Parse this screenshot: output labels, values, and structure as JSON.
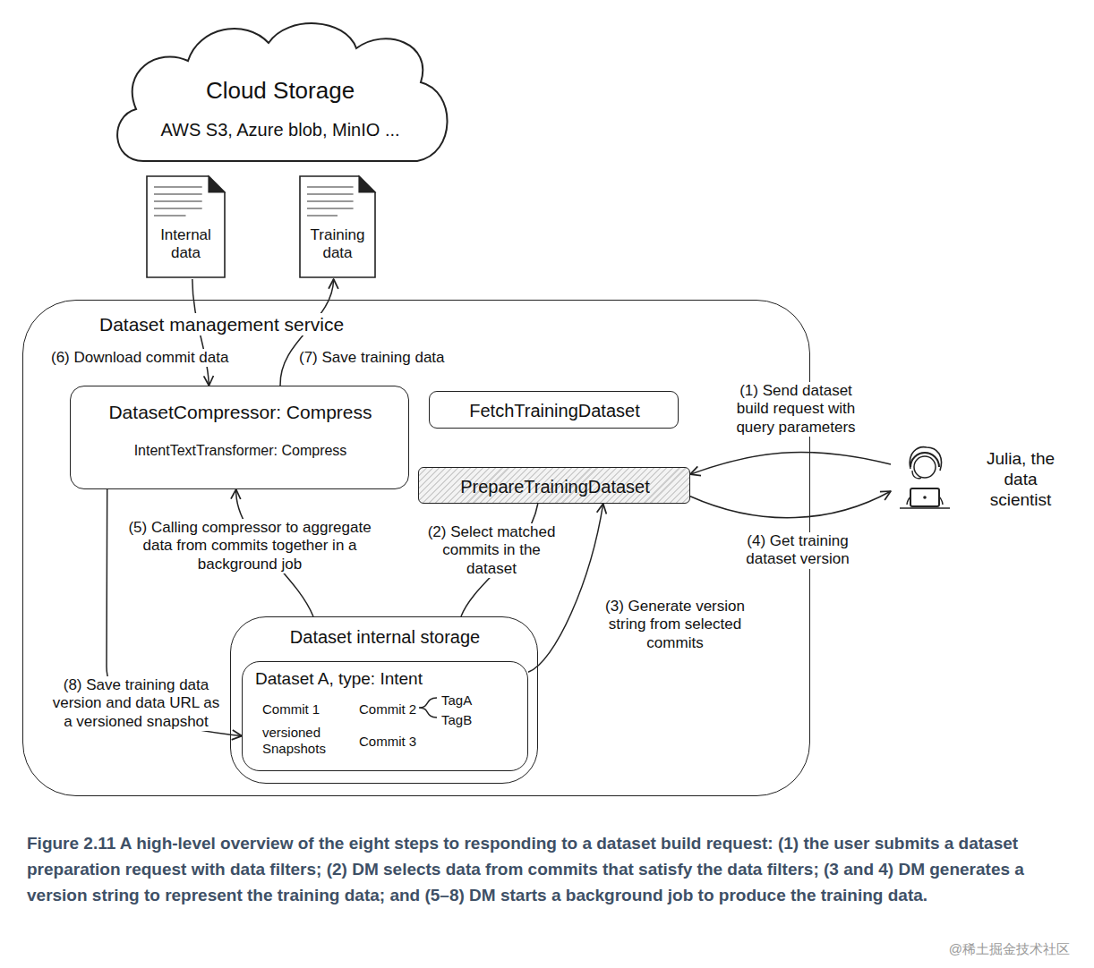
{
  "diagram": {
    "caption": "Figure 2.11 A high-level overview of the eight steps to responding to a dataset build request: (1) the user submits a dataset preparation request with data filters; (2) DM selects data from commits that satisfy the data filters; (3 and 4) DM generates a version string to represent the training data; and (5–8) DM starts a background job to produce the training data.",
    "nodes": [
      {
        "text": [
          "Cloud Storage",
          "AWS S3, Azure blob, MinIO ..."
        ]
      },
      {
        "text": [
          "Internal data"
        ]
      },
      {
        "text": [
          "Training data"
        ]
      },
      {
        "text": [
          "Dataset management service"
        ]
      },
      {
        "text": [
          "DatasetCompressor: Compress",
          "IntentTextTransformer: Compress"
        ],
        "in": 3
      },
      {
        "text": [
          "FetchTrainingDataset"
        ],
        "in": 3
      },
      {
        "text": [
          "PrepareTrainingDataset"
        ],
        "in": 3
      },
      {
        "text": [
          "Dataset internal storage"
        ],
        "in": 3
      },
      {
        "text": [
          "Dataset A, type: Intent",
          "Commit 1",
          "Commit 2",
          "TagA",
          "TagB",
          "versioned Snapshots",
          "Commit 3"
        ],
        "in": 7
      },
      {
        "text": [
          "Julia, the data scientist"
        ]
      }
    ],
    "edges": [
      {
        "from": 9,
        "to": 6,
        "arrow": "to",
        "label": "(1) Send dataset build request with query parameters"
      },
      {
        "from": 6,
        "to": 9,
        "arrow": "to",
        "label": "(4) Get training dataset version"
      },
      {
        "from": 6,
        "to": 7,
        "arrow": "none",
        "label": "(2) Select matched commits in the dataset"
      },
      {
        "from": 8,
        "to": 6,
        "arrow": "to",
        "label": "(3) Generate version string from selected commits"
      },
      {
        "from": 7,
        "to": 4,
        "arrow": "to",
        "label": "(5) Calling compressor to aggregate data from commits together in a background job"
      },
      {
        "from": 1,
        "to": 4,
        "arrow": "to",
        "label": "(6) Download commit data"
      },
      {
        "from": 4,
        "to": 2,
        "arrow": "to",
        "label": "(7) Save training data"
      },
      {
        "from": 4,
        "to": 8,
        "arrow": "to",
        "label": "(8) Save training data version and data URL as a versioned snapshot"
      }
    ],
    "labels": [
      "@稀土掘金技术社区"
    ]
  }
}
